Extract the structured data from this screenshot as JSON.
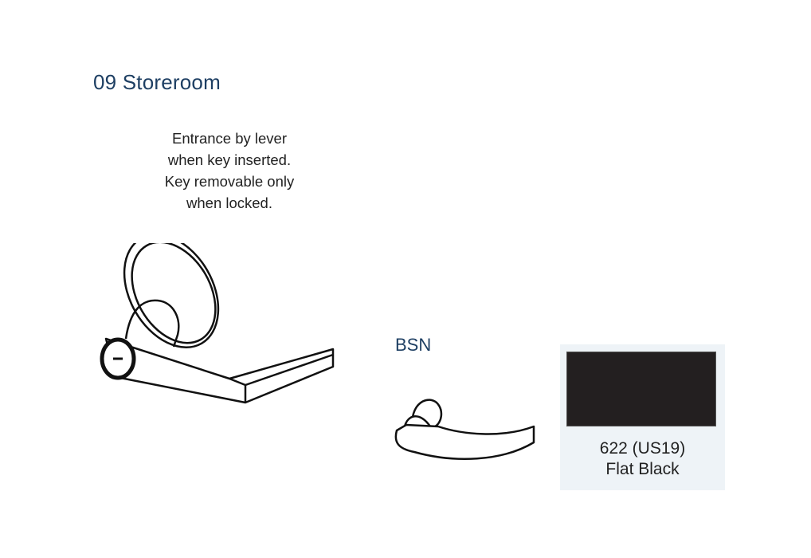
{
  "function": {
    "title": "09 Storeroom",
    "description_lines": [
      "Entrance by lever",
      "when key inserted.",
      "Key removable only",
      "when locked."
    ]
  },
  "lever_style": {
    "label": "BSN"
  },
  "finish": {
    "code": "622 (US19)",
    "name": "Flat Black",
    "color": "#231f20"
  }
}
